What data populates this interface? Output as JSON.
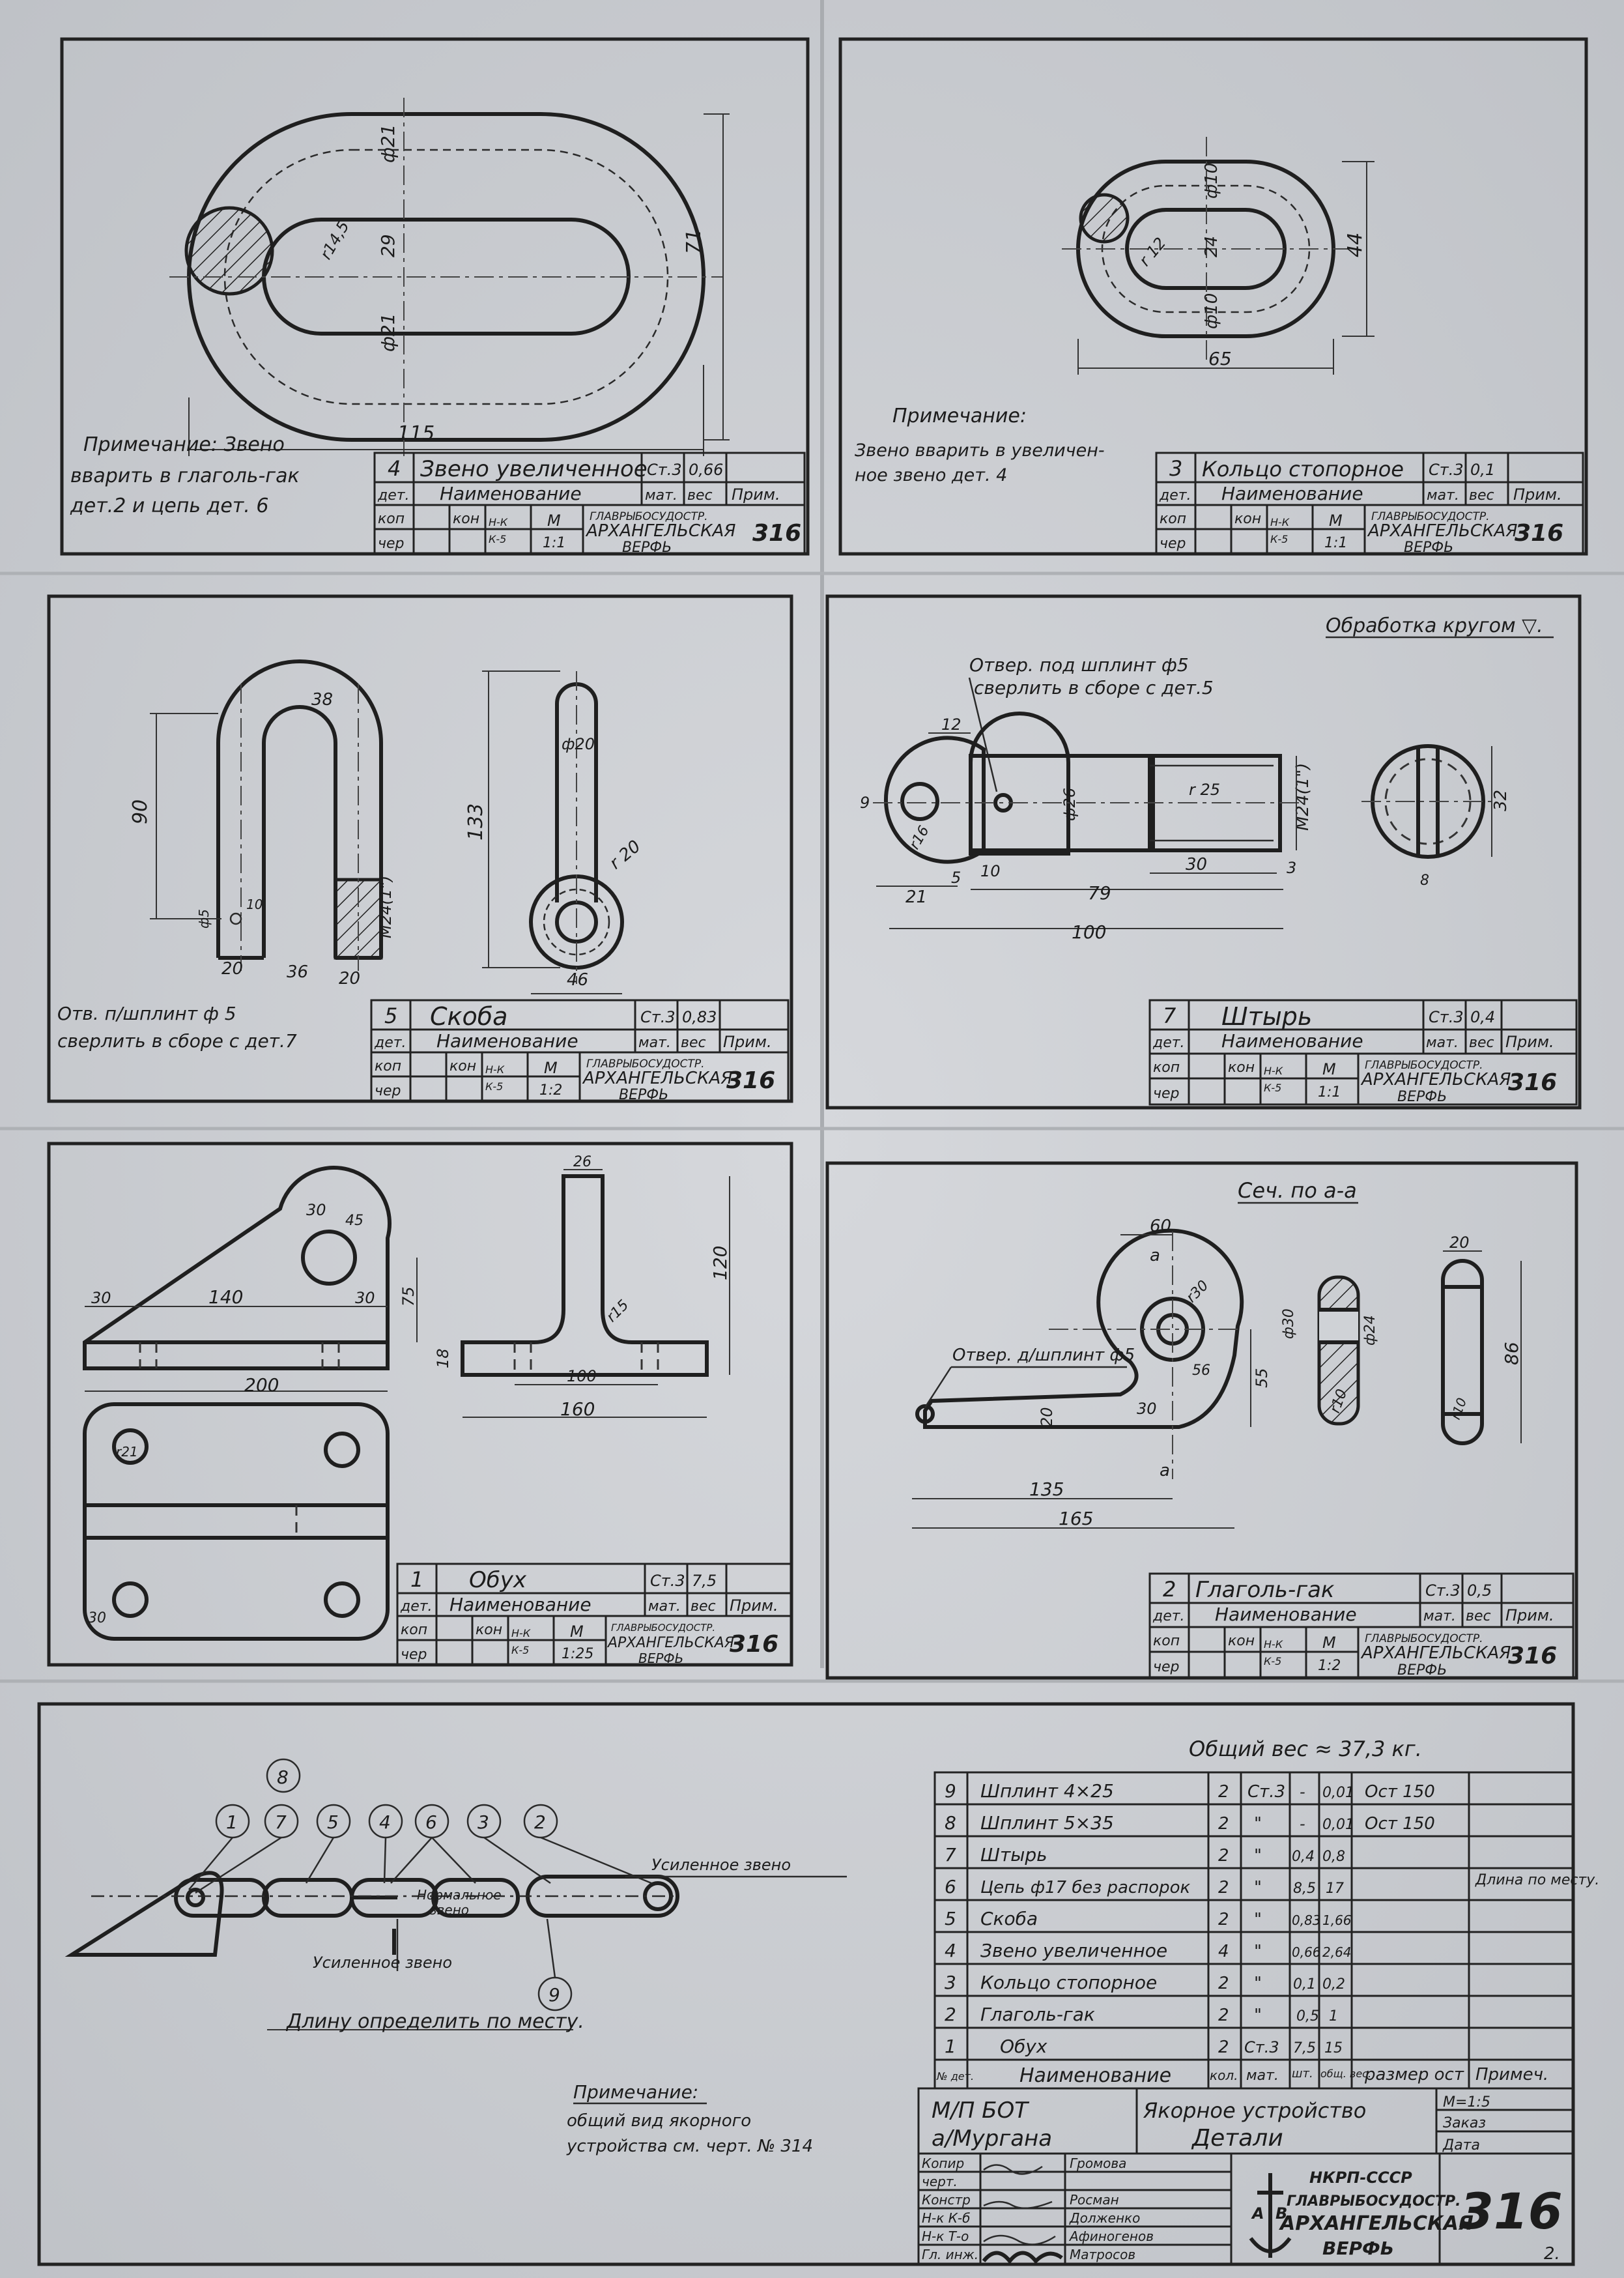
{
  "panels": {
    "p1": {
      "dims": {
        "d1": "ф21",
        "d2": "29",
        "d3": "ф21",
        "d4": "r14,5",
        "w": "115",
        "h": "71"
      },
      "note": [
        "Примечание: Звено",
        "вварить в глаголь-гак",
        "дет.2 и цепь дет. 6"
      ],
      "tb": {
        "num": "4",
        "name": "Звено увеличенное",
        "mat": "Ст.3",
        "wt": "0,66",
        "scale": "1:1",
        "org": "ГЛАВРЫБОСУДОСТР.",
        "works": "АРХАНГЕЛЬСКАЯ",
        "works2": "ВЕРФЬ",
        "drw": "316"
      }
    },
    "p2": {
      "dims": {
        "d1": "ф10",
        "d2": "24",
        "d3": "ф10",
        "r": "r 12",
        "w": "65",
        "h": "44"
      },
      "note": [
        "Примечание:",
        "Звено вварить в увеличен-",
        "ное звено дет. 4"
      ],
      "tb": {
        "num": "3",
        "name": "Кольцо стопорное",
        "mat": "Ст.3",
        "wt": "0,1",
        "scale": "1:1",
        "org": "ГЛАВРЫБОСУДОСТР.",
        "works": "АРХАНГЕЛЬСКАЯ",
        "works2": "ВЕРФЬ",
        "drw": "316"
      }
    },
    "p3": {
      "dims": {
        "h": "90",
        "r": "38",
        "t": "ф20",
        "l": "133",
        "r2": "r 20",
        "w1": "20",
        "w2": "36",
        "w3": "20",
        "w4": "46",
        "m": "M24(1\")",
        "d": "ф5",
        "s": "10"
      },
      "note": [
        "Отв. п/шплинт ф 5",
        "сверлить в сборе с дет.7"
      ],
      "tb": {
        "num": "5",
        "name": "Скоба",
        "mat": "Ст.3",
        "wt": "0,83",
        "scale": "1:2",
        "org": "ГЛАВРЫБОСУДОСТР.",
        "works": "АРХАНГЕЛЬСКАЯ",
        "works2": "ВЕРФЬ",
        "drw": "316"
      }
    },
    "p4": {
      "topnote": "Обработка кругом ▽.",
      "callout": [
        "Отвер. под шплинт ф5",
        "сверлить в сборе с дет.5"
      ],
      "dims": {
        "a": "12",
        "b": "9",
        "c": "r16",
        "d": "ф26",
        "e": "r 25",
        "f": "M24(1\")",
        "g": "32",
        "h": "21",
        "i": "5",
        "j": "10",
        "k": "79",
        "l": "30",
        "m": "3",
        "n": "100",
        "o": "8"
      },
      "tb": {
        "num": "7",
        "name": "Штырь",
        "mat": "Ст.3",
        "wt": "0,4",
        "scale": "1:1",
        "org": "ГЛАВРЫБОСУДОСТР.",
        "works": "АРХАНГЕЛЬСКАЯ",
        "works2": "ВЕРФЬ",
        "drw": "316"
      }
    },
    "p5": {
      "dims": {
        "a": "30",
        "b": "45",
        "c": "140",
        "d": "30",
        "e": "30",
        "f": "75",
        "g": "18",
        "h": "200",
        "i": "26",
        "j": "120",
        "k": "r15",
        "l": "100",
        "m": "160",
        "n": "r21",
        "o": "30"
      },
      "tb": {
        "num": "1",
        "name": "Обух",
        "mat": "Ст.3",
        "wt": "7,5",
        "scale": "1:25",
        "org": "ГЛАВРЫБОСУДОСТР.",
        "works": "АРХАНГЕЛЬСКАЯ",
        "works2": "ВЕРФЬ",
        "drw": "316"
      }
    },
    "p6": {
      "section": "Сеч. по а-а",
      "callout": "Отвер. д/шплинт ф5",
      "dims": {
        "a": "60",
        "b": "r30",
        "c": "56",
        "d": "55",
        "e": "20",
        "f": "30",
        "g": "135",
        "h": "165",
        "i": "ф30",
        "j": "ф24",
        "k": "r10",
        "l": "20",
        "m": "86",
        "n": "r10",
        "aa": "a"
      },
      "tb": {
        "num": "2",
        "name": "Глаголь-гак",
        "mat": "Ст.3",
        "wt": "0,5",
        "scale": "1:2",
        "org": "ГЛАВРЫБОСУДОСТР.",
        "works": "АРХАНГЕЛЬСКАЯ",
        "works2": "ВЕРФЬ",
        "drw": "316"
      }
    }
  },
  "labels": {
    "det": "дет.",
    "naim": "Наименование",
    "matw": "мат.",
    "vesw": "вес",
    "prim": "Прим.",
    "kop": "коп",
    "kon": "кон",
    "cher": "чер",
    "M": "M",
    "nk": "Н-К",
    "k5": "К-5"
  },
  "assembly": {
    "balloons": [
      "8",
      "1",
      "7",
      "5",
      "4",
      "6",
      "3",
      "2",
      "9"
    ],
    "usil_top": "Усиленное звено",
    "norm": [
      "Нормальное",
      "звено"
    ],
    "usil_bot": "Усиленное звено",
    "length": "Длину определить по месту.",
    "note": [
      "Примечание:",
      "общий вид якорного",
      "устройства см. черт. № 314"
    ]
  },
  "bom": {
    "weight": "Общий вес ≈ 37,3 кг.",
    "rows": [
      {
        "n": "9",
        "name": "Шплинт 4×25",
        "q": "2",
        "m": "Ст.3",
        "w1": "-",
        "w2": "0,01",
        "r": "Ост 150",
        "p": ""
      },
      {
        "n": "8",
        "name": "Шплинт 5×35",
        "q": "2",
        "m": "\"",
        "w1": "-",
        "w2": "0,01",
        "r": "Ост 150",
        "p": ""
      },
      {
        "n": "7",
        "name": "Штырь",
        "q": "2",
        "m": "\"",
        "w1": "0,4",
        "w2": "0,8",
        "r": "",
        "p": ""
      },
      {
        "n": "6",
        "name": "Цепь ф17 без распорок",
        "q": "2",
        "m": "\"",
        "w1": "8,5",
        "w2": "17",
        "r": "",
        "p": "Длина по месту."
      },
      {
        "n": "5",
        "name": "Скоба",
        "q": "2",
        "m": "\"",
        "w1": "0,83",
        "w2": "1,66",
        "r": "",
        "p": ""
      },
      {
        "n": "4",
        "name": "Звено увеличенное",
        "q": "4",
        "m": "\"",
        "w1": "0,66",
        "w2": "2,64",
        "r": "",
        "p": ""
      },
      {
        "n": "3",
        "name": "Кольцо стопорное",
        "q": "2",
        "m": "\"",
        "w1": "0,1",
        "w2": "0,2",
        "r": "",
        "p": ""
      },
      {
        "n": "2",
        "name": "Глаголь-гак",
        "q": "2",
        "m": "\"",
        "w1": "0,5",
        "w2": "1",
        "r": "",
        "p": ""
      },
      {
        "n": "1",
        "name": "Обух",
        "q": "2",
        "m": "Ст.3",
        "w1": "7,5",
        "w2": "15",
        "r": "",
        "p": ""
      }
    ],
    "header": {
      "n": "№ дет.",
      "name": "Наименование",
      "q": "кол.",
      "m": "мат.",
      "w1": "шт.",
      "w2": "общ. вес.",
      "r": "размер ост",
      "p": "Примеч."
    }
  },
  "main_tb": {
    "vessel1": "М/П БОТ",
    "vessel2": "а/Мургана",
    "title1": "Якорное устройство",
    "title2": "Детали",
    "scale": "М=1:5",
    "order": "Заказ",
    "date": "Дата",
    "roles": [
      "Копир",
      "черт.",
      "Констр",
      "Н-к К-б",
      "Н-к Т-о",
      "Гл. инж."
    ],
    "people": [
      "Громова",
      "",
      "Росман",
      "Долженко",
      "Афиногенов",
      "Матросов"
    ],
    "org1": "НКРП-СССР",
    "org2": "ГЛАВРЫБОСУДОСТР.",
    "org3": "АРХАНГЕЛЬСКАЯ",
    "org4": "ВЕРФЬ",
    "drw": "316",
    "sheet": "2."
  }
}
